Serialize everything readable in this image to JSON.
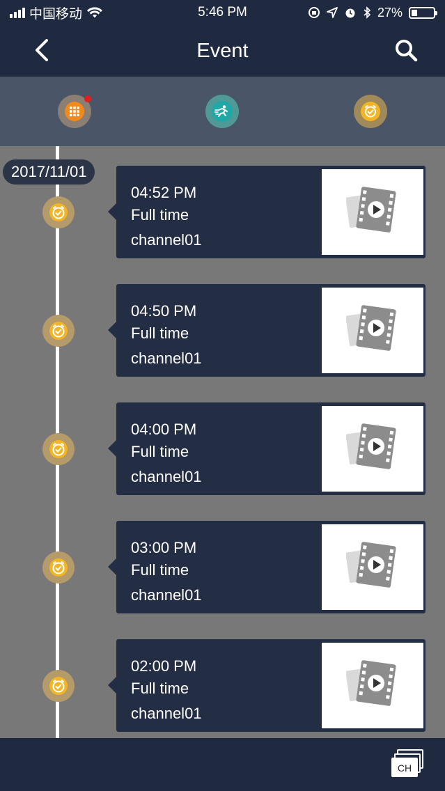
{
  "status_bar": {
    "carrier": "中国移动",
    "time": "5:46 PM",
    "battery_percent": "27%",
    "battery_level": 0.27,
    "icons": [
      "signal-icon",
      "wifi-icon",
      "orientation-lock-icon",
      "location-icon",
      "alarm-icon",
      "bluetooth-icon",
      "battery-icon"
    ]
  },
  "nav": {
    "title": "Event",
    "back_icon": "chevron-left-icon",
    "search_icon": "search-icon"
  },
  "filters": [
    {
      "icon": "grid-icon",
      "has_badge": true,
      "color": "#f08a1c"
    },
    {
      "icon": "motion-runner-icon",
      "color": "#1fa8a5"
    },
    {
      "icon": "clock-icon",
      "color": "#f2b526"
    }
  ],
  "timeline": {
    "date": "2017/11/01",
    "events": [
      {
        "time": "04:52 PM",
        "type": "Full time",
        "channel": "channel01"
      },
      {
        "time": "04:50 PM",
        "type": "Full time",
        "channel": "channel01"
      },
      {
        "time": "04:00 PM",
        "type": "Full time",
        "channel": "channel01"
      },
      {
        "time": "03:00 PM",
        "type": "Full time",
        "channel": "channel01"
      },
      {
        "time": "02:00 PM",
        "type": "Full time",
        "channel": "channel01"
      }
    ]
  },
  "bottom_bar": {
    "channel_button_label": "CH"
  },
  "colors": {
    "header_bg": "#1f2a40",
    "filter_bg": "#4a5568",
    "timeline_bg": "#787878",
    "card_bg": "#232d43",
    "badge": "#e01f1f"
  }
}
